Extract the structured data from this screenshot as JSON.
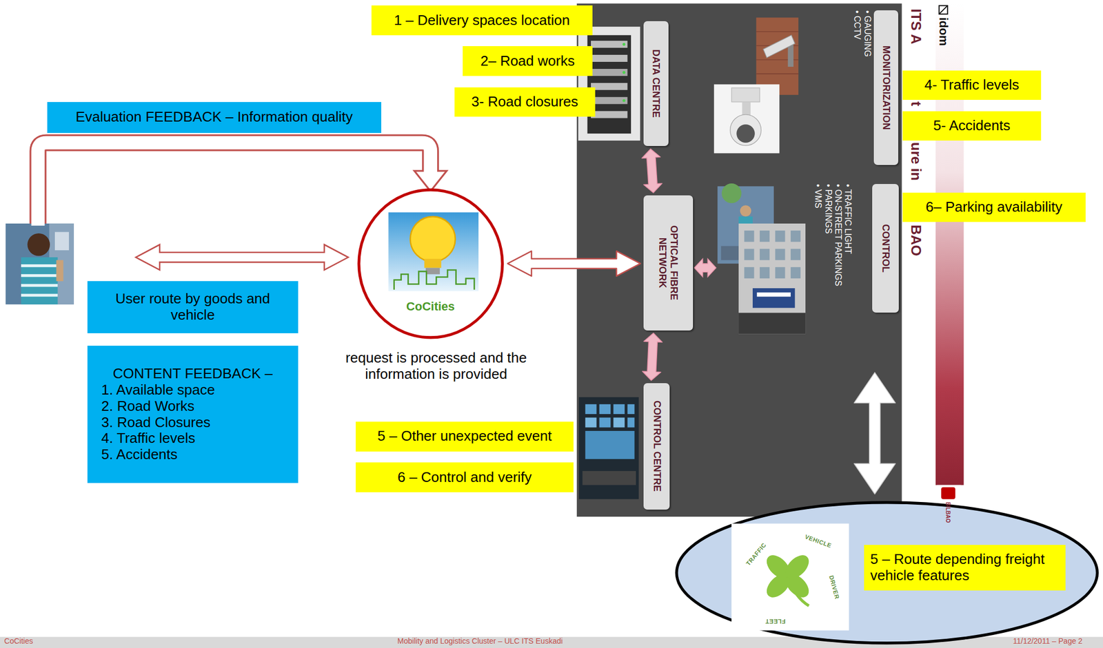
{
  "diagram": {
    "nodes": [
      {
        "text": [
          "1 – Delivery spaces location"
        ]
      },
      {
        "text": [
          "2– Road works"
        ]
      },
      {
        "text": [
          "3- Road closures"
        ]
      },
      {
        "text": [
          "ITS A",
          "t",
          "ure in",
          "BAO"
        ]
      },
      {
        "text": [
          "MONITORIZATION"
        ],
        "in": 3
      },
      {
        "text": [
          "DATA CENTRE"
        ],
        "in": 3
      },
      {
        "text": [
          "OPTICAL FIBRE NETWORK"
        ],
        "in": 3
      },
      {
        "text": [
          "CONTROL"
        ],
        "in": 3
      },
      {
        "text": [
          "CONTROL CENTRE"
        ],
        "in": 3
      },
      {
        "text": [
          "4- Traffic levels"
        ]
      },
      {
        "text": [
          "5- Accidents"
        ]
      },
      {
        "text": [
          "Evaluation FEEDBACK – Information quality"
        ]
      },
      {
        "text": [
          "6– Parking availability"
        ]
      },
      {
        "text": [
          "CoCities"
        ]
      },
      {
        "text": [
          "User route by goods and vehicle"
        ]
      },
      {
        "text": [
          "CONTENT FEEDBACK –",
          "1. Available space",
          "2. Road Works",
          "3. Road Closures",
          "4. Traffic levels",
          "5. Accidents"
        ]
      },
      {
        "text": [
          "5 – Other unexpected event"
        ]
      },
      {
        "text": [
          "6 – Control and verify"
        ]
      },
      {
        "text": [
          "TRAFFIC",
          "VEHICLE",
          "DRIVER",
          "FLEET"
        ]
      },
      {
        "text": [
          "5 – Route depending freight vehicle features"
        ],
        "in": 18
      }
    ],
    "edges": [
      {
        "from": 13,
        "to": 6,
        "arrow": "both"
      },
      {
        "from": 5,
        "to": 6,
        "arrow": "both"
      },
      {
        "from": 6,
        "to": 8,
        "arrow": "both"
      },
      {
        "from": 7,
        "to": 18,
        "arrow": "both"
      }
    ],
    "labels": [
      "idom",
      "• GAUGING",
      "• CCTV",
      "• TRAFFIC LIGHT",
      "• ON-STREET PARKINGS",
      "• PARKINGS",
      "• VMS",
      "BILBAO",
      "request is processed and the information is provided",
      "CoCities",
      "Mobility and Logistics Cluster – ULC ITS Euskadi",
      "11/12/2011 – Page 2"
    ]
  }
}
